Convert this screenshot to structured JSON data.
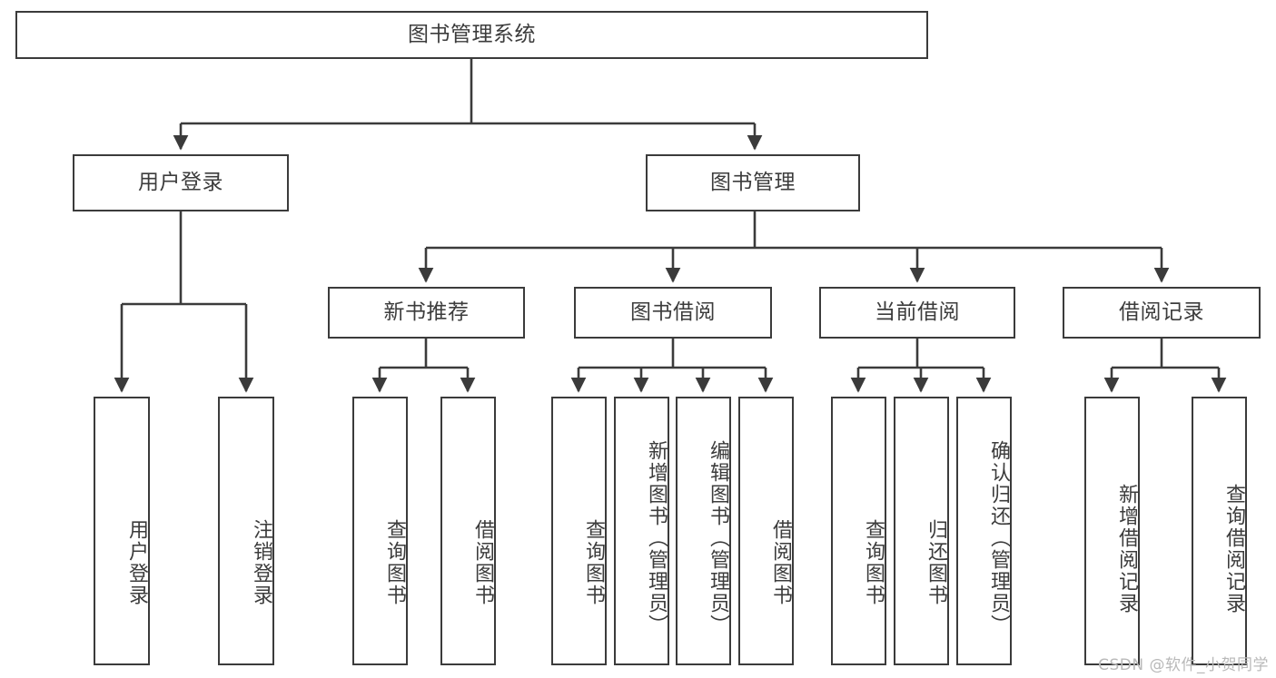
{
  "diagram": {
    "type": "tree-hierarchy-diagram",
    "title": "图书管理系统",
    "stroke_color": "#3b3b3b",
    "text_color": "#3c3c3c",
    "background_color": "#ffffff"
  },
  "nodes": {
    "root": {
      "label": "图书管理系统"
    },
    "level1": [
      {
        "id": "user-login",
        "label": "用户登录"
      },
      {
        "id": "book-management",
        "label": "图书管理"
      }
    ],
    "level2": [
      {
        "id": "new-book-recommend",
        "label": "新书推荐"
      },
      {
        "id": "book-borrow",
        "label": "图书借阅"
      },
      {
        "id": "current-borrow",
        "label": "当前借阅"
      },
      {
        "id": "borrow-record",
        "label": "借阅记录"
      }
    ],
    "leaves": {
      "user_login": [
        {
          "id": "leaf-user-login",
          "label": "用户登录"
        },
        {
          "id": "leaf-logout",
          "label": "注销登录"
        }
      ],
      "new_book_recommend": [
        {
          "id": "leaf-query-book-1",
          "label": "查询图书"
        },
        {
          "id": "leaf-borrow-book-1",
          "label": "借阅图书"
        }
      ],
      "book_borrow": [
        {
          "id": "leaf-query-book-2",
          "label": "查询图书"
        },
        {
          "id": "leaf-add-book",
          "label": "新增图书（管理员）"
        },
        {
          "id": "leaf-edit-book",
          "label": "编辑图书（管理员）"
        },
        {
          "id": "leaf-borrow-book-2",
          "label": "借阅图书"
        }
      ],
      "current_borrow": [
        {
          "id": "leaf-query-book-3",
          "label": "查询图书"
        },
        {
          "id": "leaf-return-book",
          "label": "归还图书"
        },
        {
          "id": "leaf-confirm-return",
          "label": "确认归还（管理员）"
        }
      ],
      "borrow_record": [
        {
          "id": "leaf-add-record",
          "label": "新增借阅记录"
        },
        {
          "id": "leaf-query-record",
          "label": "查询借阅记录"
        }
      ]
    }
  },
  "watermark": {
    "text": "CSDN @软件_小贺同学"
  }
}
